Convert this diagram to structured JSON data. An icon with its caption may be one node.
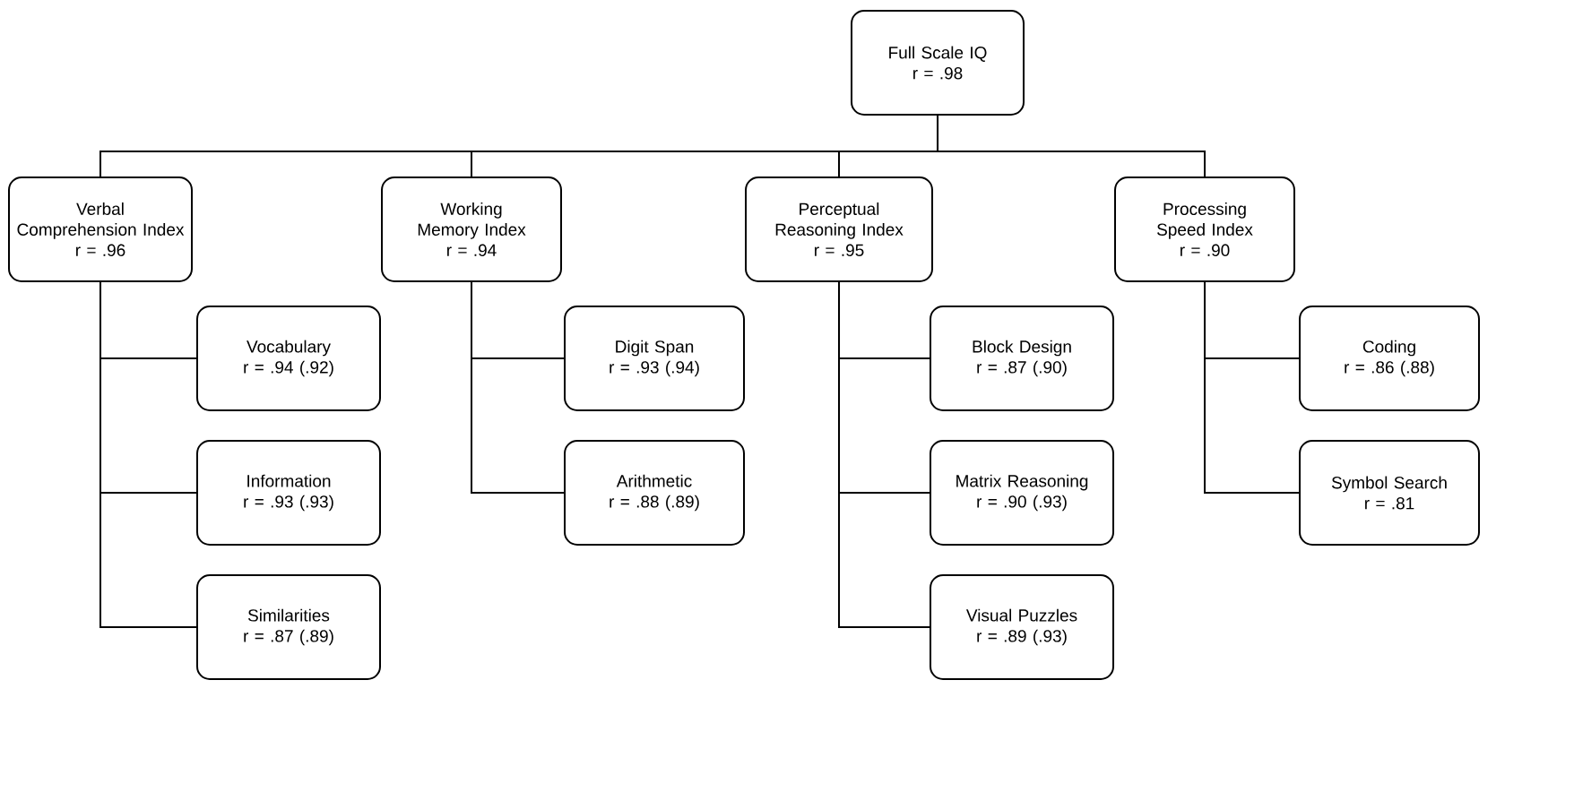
{
  "diagram": {
    "nodes": [
      {
        "text": [
          "Full Scale IQ",
          "r = .98"
        ]
      },
      {
        "text": [
          "Verbal Comprehension Index",
          "r = .96"
        ]
      },
      {
        "text": [
          "Working Memory Index",
          "r = .94"
        ]
      },
      {
        "text": [
          "Perceptual Reasoning Index",
          "r = .95"
        ]
      },
      {
        "text": [
          "Processing Speed Index",
          "r = .90"
        ]
      },
      {
        "text": [
          "Vocabulary",
          "r = .94 (.92)"
        ]
      },
      {
        "text": [
          "Information",
          "r = .93 (.93)"
        ]
      },
      {
        "text": [
          "Similarities",
          "r = .87 (.89)"
        ]
      },
      {
        "text": [
          "Digit Span",
          "r = .93 (.94)"
        ]
      },
      {
        "text": [
          "Arithmetic",
          "r = .88 (.89)"
        ]
      },
      {
        "text": [
          "Block Design",
          "r = .87 (.90)"
        ]
      },
      {
        "text": [
          "Matrix Reasoning",
          "r = .90 (.93)"
        ]
      },
      {
        "text": [
          "Visual Puzzles",
          "r = .89 (.93)"
        ]
      },
      {
        "text": [
          "Coding",
          "r = .86 (.88)"
        ]
      },
      {
        "text": [
          "Symbol Search",
          "r = .81"
        ]
      }
    ],
    "edges": [
      {
        "from": 0,
        "to": 1,
        "arrow": "none"
      },
      {
        "from": 0,
        "to": 2,
        "arrow": "none"
      },
      {
        "from": 0,
        "to": 3,
        "arrow": "none"
      },
      {
        "from": 0,
        "to": 4,
        "arrow": "none"
      },
      {
        "from": 1,
        "to": 5,
        "arrow": "none"
      },
      {
        "from": 1,
        "to": 6,
        "arrow": "none"
      },
      {
        "from": 1,
        "to": 7,
        "arrow": "none"
      },
      {
        "from": 2,
        "to": 8,
        "arrow": "none"
      },
      {
        "from": 2,
        "to": 9,
        "arrow": "none"
      },
      {
        "from": 3,
        "to": 10,
        "arrow": "none"
      },
      {
        "from": 3,
        "to": 11,
        "arrow": "none"
      },
      {
        "from": 3,
        "to": 12,
        "arrow": "none"
      },
      {
        "from": 4,
        "to": 13,
        "arrow": "none"
      },
      {
        "from": 4,
        "to": 14,
        "arrow": "none"
      }
    ]
  }
}
